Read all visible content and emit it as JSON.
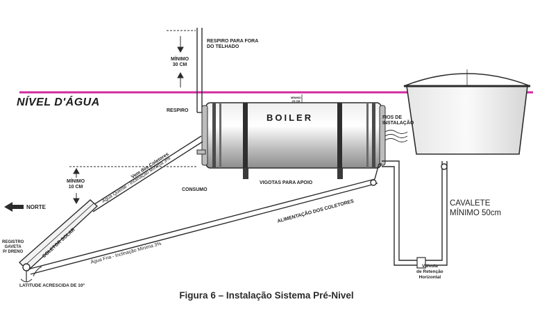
{
  "diagram": {
    "water_level": "NÍVEL D'ÁGUA",
    "boiler": "BOILER",
    "respiro_para_fora": [
      "RESPIRO PARA FORA",
      "DO TELHADO"
    ],
    "minimo_30": [
      "MÍNIMO",
      "30 CM"
    ],
    "respiro": "RESPIRO",
    "minimo_small": [
      "MÍNIMO",
      "25 CM"
    ],
    "fios": [
      "FIOS DE",
      "INSTALAÇÃO"
    ],
    "vigotas": "VIGOTAS PARA APOIO",
    "consumo": "CONSUMO",
    "minimo_10": [
      "MÍNIMO",
      "10 CM"
    ],
    "norte": "NORTE",
    "vem_dos_coletores": "Vem dos Coletores",
    "agua_quente": "Água Quente - Inclinação Mínima 3%",
    "coletor_solar": "COLETOR SOLAR",
    "alimentacao": "ALIMENTAÇÃO DOS COLETORES",
    "agua_fria": "Água Fria - Inclinação Mínima 3%",
    "registro": [
      "REGISTRO",
      "GAVETA",
      "P/ DRENO"
    ],
    "latitude": "LATITUDE ACRESCIDA DE 10º",
    "cavalete": [
      "CAVALETE",
      "MÍNIMO 50cm"
    ],
    "valvula": [
      "Válvula",
      "de Retenção",
      "Horizontal"
    ],
    "caption": "Figura 6 – Instalação Sistema Pré-Nivel"
  },
  "colors": {
    "water_line": "#d12aa0",
    "line": "#2b2b2b",
    "boiler_fill": "#c9c9c9"
  }
}
